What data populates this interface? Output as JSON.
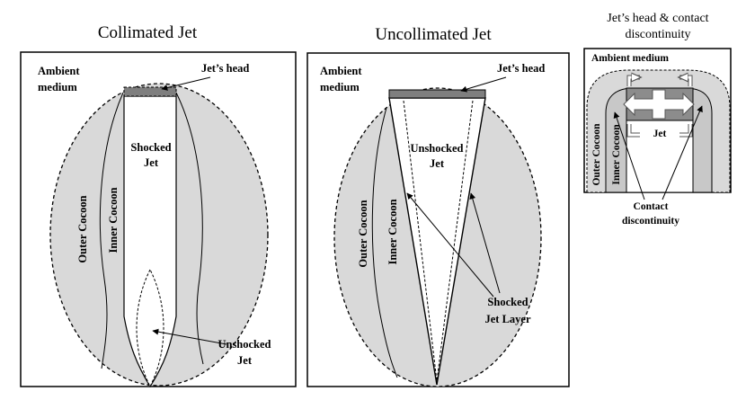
{
  "panels": {
    "collimated": {
      "title": "Collimated Jet",
      "ambient_line1": "Ambient",
      "ambient_line2": "medium",
      "jets_head": "Jet’s head",
      "shocked_line1": "Shocked",
      "shocked_line2": "Jet",
      "outer_cocoon": "Outer Cocoon",
      "inner_cocoon": "Inner Cocoon",
      "unshocked_line1": "Unshocked",
      "unshocked_line2": "Jet"
    },
    "uncollimated": {
      "title": "Uncollimated Jet",
      "ambient_line1": "Ambient",
      "ambient_line2": "medium",
      "jets_head": "Jet’s head",
      "unshocked_line1": "Unshocked",
      "unshocked_line2": "Jet",
      "outer_cocoon": "Outer Cocoon",
      "inner_cocoon": "Inner Cocoon",
      "shocked_layer_line1": "Shocked",
      "shocked_layer_line2": "Jet Layer"
    },
    "head": {
      "title_line1": "Jet’s head & contact",
      "title_line2": "discontinuity",
      "ambient": "Ambient medium",
      "outer_cocoon": "Outer Cocoon",
      "inner_cocoon": "Inner Cocoon",
      "jet": "Jet",
      "contact_line1": "Contact",
      "contact_line2": "discontinuity"
    }
  },
  "colors": {
    "cocoon_fill": "#d9d9d9",
    "head_fill": "#7f7f7f",
    "line": "#000000",
    "background": "#ffffff"
  }
}
